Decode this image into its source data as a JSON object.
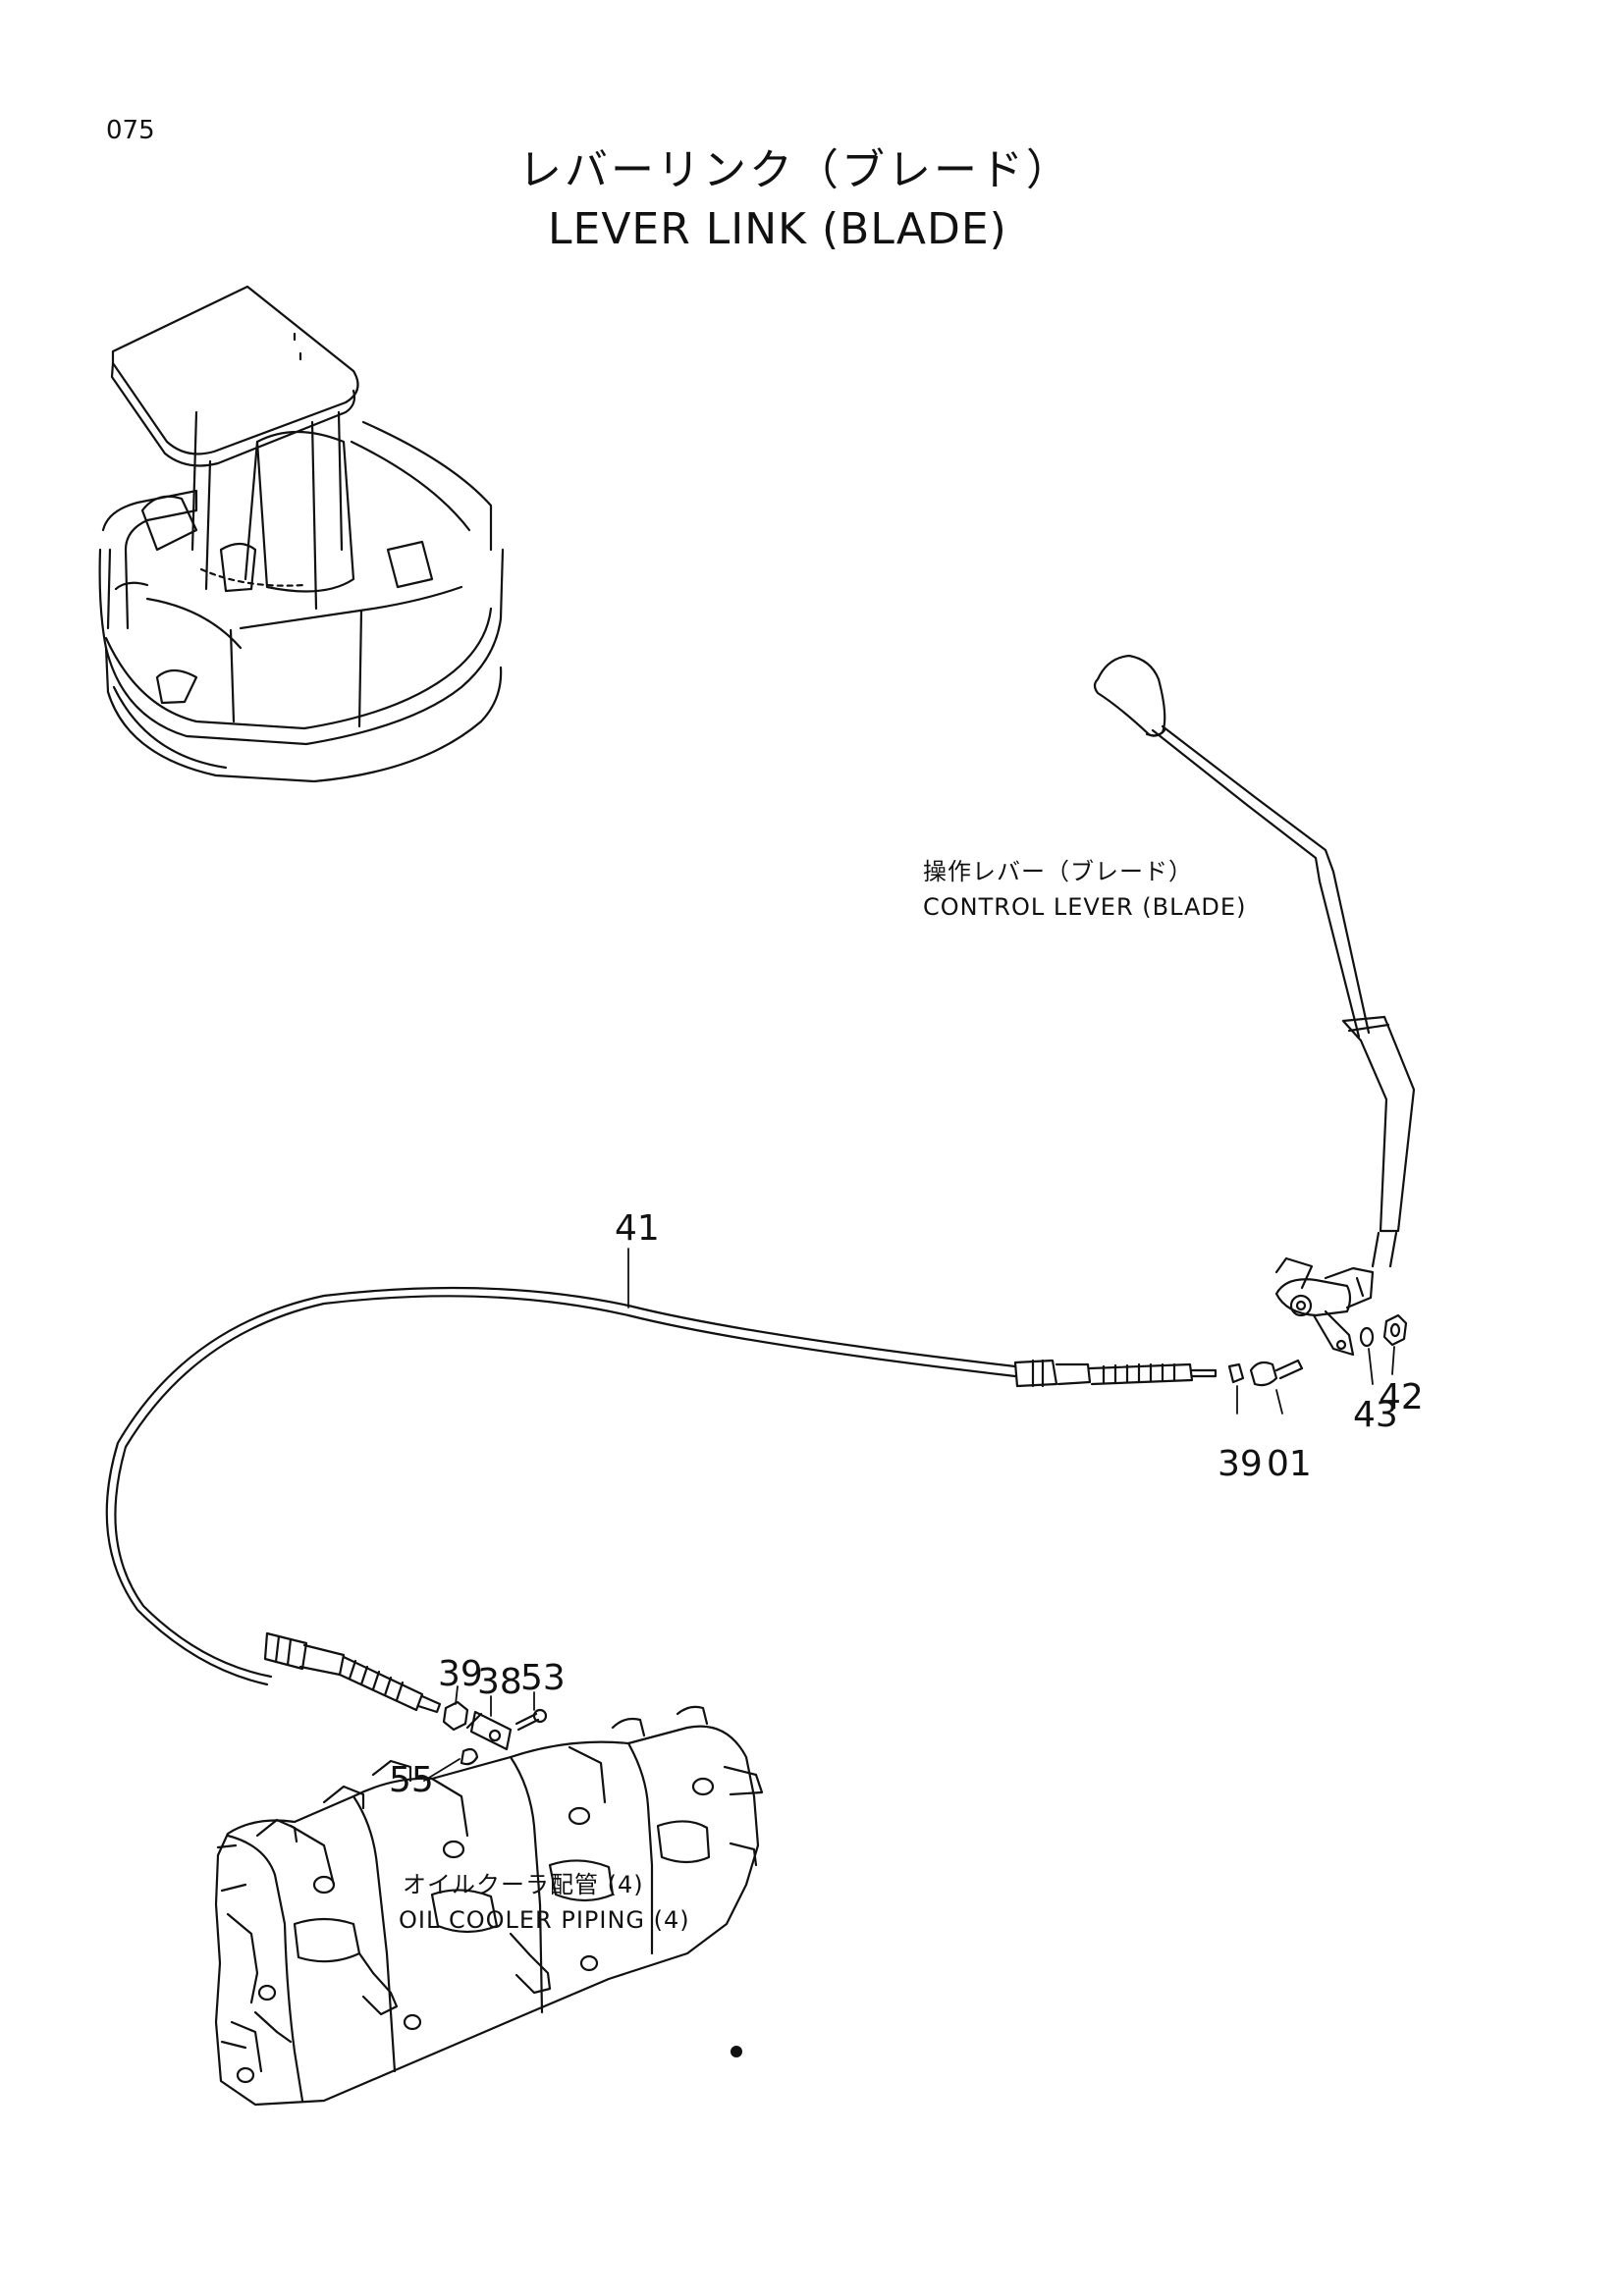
{
  "page_number": "075",
  "title": {
    "japanese": "レバーリンク（ブレード）",
    "english": "LEVER LINK (BLADE)"
  },
  "labels": {
    "control_lever": {
      "japanese": "操作レバー（ブレード）",
      "english": "CONTROL LEVER (BLADE)"
    },
    "oil_cooler_piping": {
      "japanese": "オイルクーラ配管 (4)",
      "english": "OIL COOLER PIPING (4)"
    }
  },
  "callouts": {
    "c41": "41",
    "c39_upper": "39",
    "c01": "01",
    "c43": "43",
    "c42": "42",
    "c39_lower": "39",
    "c38": "38",
    "c53": "53",
    "c55": "55"
  }
}
